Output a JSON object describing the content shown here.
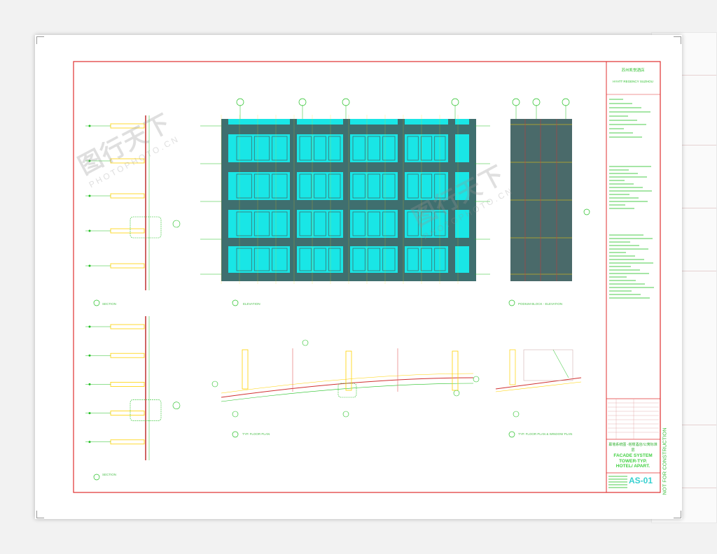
{
  "watermark": {
    "cn": "图行天下",
    "url": "PHOTOPHOTO.CN"
  },
  "title_block": {
    "project_cn": "苏州凯悦酒店",
    "project_en": "HYATT REGENCY SUZHOU",
    "sheet_title_cn": "幕墙系统图 -塔楼酒店/公寓标准层",
    "sheet_title_en": [
      "FACADE SYSTEM",
      "TOWER-TYP.",
      "HOTEL/ APART."
    ],
    "sheet_number": "AS-01",
    "stamp": "NOT FOR CONSTRUCTION"
  },
  "views": [
    {
      "id": "section-top",
      "label": "SECTION"
    },
    {
      "id": "elevation",
      "label": "ELEVATION"
    },
    {
      "id": "podium-elevation",
      "label": "PODIUM BLOCK - ELEVATION"
    },
    {
      "id": "section-bottom",
      "label": "SECTION"
    },
    {
      "id": "plan",
      "label": "TYP. FLOOR PLAN"
    },
    {
      "id": "podium-plan",
      "label": "TYP. FLOOR PLAN & WINDOW PLAN"
    }
  ],
  "colors": {
    "border": "#e03030",
    "glass": "#19e6e6",
    "frame": "#3f6f6f",
    "line": "#22c022",
    "accent": "#ffd200"
  }
}
